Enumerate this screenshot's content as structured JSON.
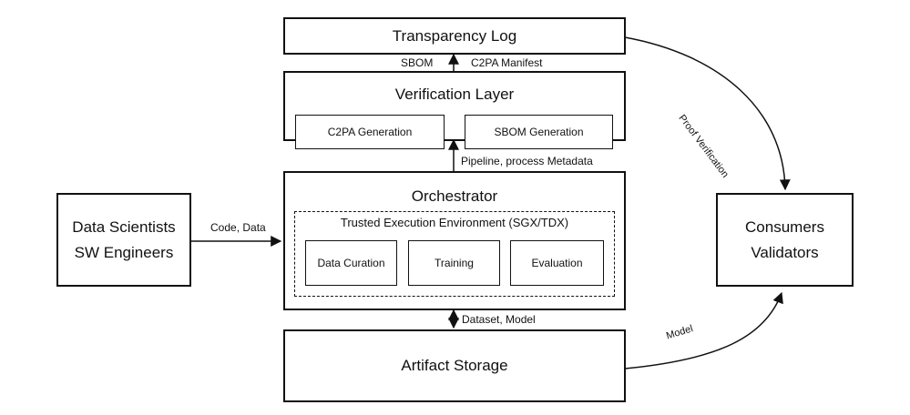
{
  "nodes": {
    "transparency_log": "Transparency Log",
    "verification_layer": "Verification Layer",
    "c2pa_generation": "C2PA Generation",
    "sbom_generation": "SBOM Generation",
    "orchestrator": "Orchestrator",
    "tee": "Trusted Execution Environment (SGX/TDX)",
    "data_curation": "Data Curation",
    "training": "Training",
    "evaluation": "Evaluation",
    "artifact_storage": "Artifact Storage",
    "producers": [
      "Data Scientists",
      "SW Engineers"
    ],
    "consumers": [
      "Consumers",
      "Validators"
    ]
  },
  "edges": {
    "sbom": "SBOM",
    "c2pa_manifest": "C2PA Manifest",
    "pipeline_metadata": "Pipeline, process Metadata",
    "code_data": "Code, Data",
    "dataset_model": "Dataset, Model",
    "proof_verification": "Proof Verification",
    "model": "Model"
  }
}
